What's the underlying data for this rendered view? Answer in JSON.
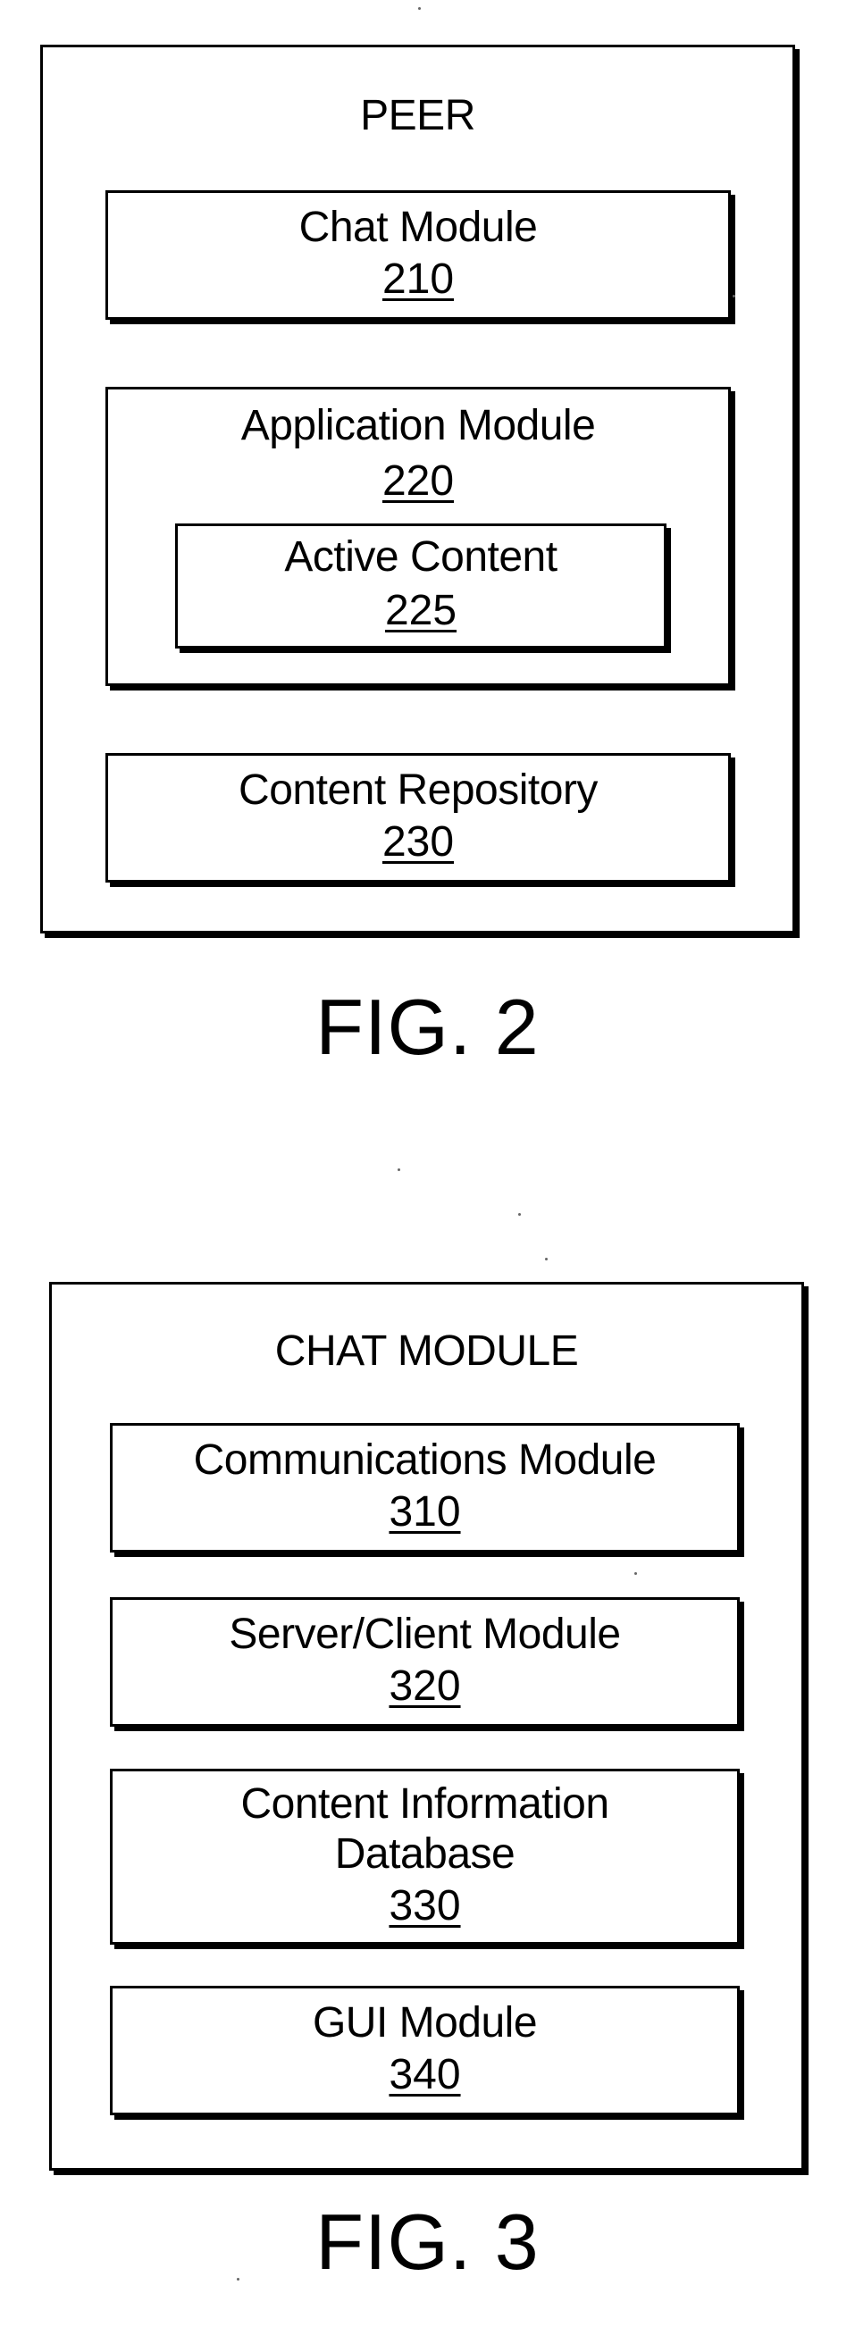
{
  "fig2": {
    "caption": "FIG. 2",
    "container_title": "PEER",
    "chat_module": {
      "label": "Chat Module",
      "ref": "210"
    },
    "application_module": {
      "label": "Application Module",
      "ref": "220",
      "active_content": {
        "label": "Active Content",
        "ref": "225"
      }
    },
    "content_repository": {
      "label": "Content Repository",
      "ref": "230"
    }
  },
  "fig3": {
    "caption": "FIG. 3",
    "container_title": "CHAT MODULE",
    "communications_module": {
      "label": "Communications Module",
      "ref": "310"
    },
    "server_client_module": {
      "label": "Server/Client Module",
      "ref": "320"
    },
    "content_information_database": {
      "label_line1": "Content Information",
      "label_line2": "Database",
      "ref": "330"
    },
    "gui_module": {
      "label": "GUI Module",
      "ref": "340"
    }
  }
}
